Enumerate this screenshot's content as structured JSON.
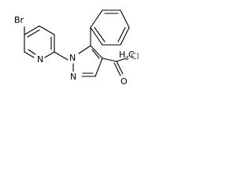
{
  "molecule": {
    "atom_labels": {
      "br": "Br",
      "n_pyridine": "N",
      "n1_pyrazole": "N",
      "n2_pyrazole": "N",
      "carbonyl_o": "O",
      "methyl_h": "H",
      "methyl_c": "C",
      "methyl_sub": "3",
      "cl": "Cl"
    },
    "colors": {
      "bond": "#000000",
      "text": "#000000",
      "background": "#ffffff"
    }
  }
}
